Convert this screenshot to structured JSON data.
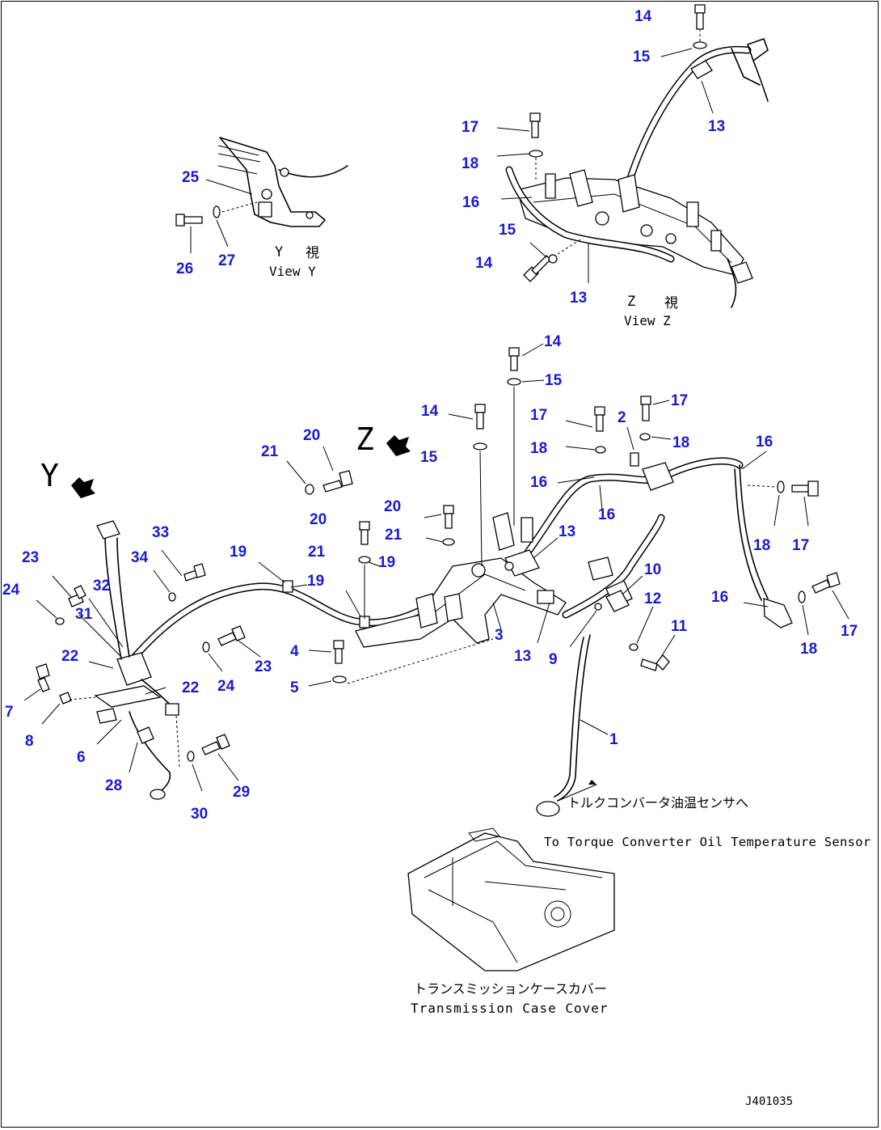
{
  "drawing": {
    "drawing_id": "J401035"
  },
  "views": {
    "view_y": {
      "letter": "Y",
      "jp": "視",
      "en": "View Y"
    },
    "view_z": {
      "letter": "Z",
      "jp": "視",
      "en": "View Z"
    }
  },
  "direction_markers": {
    "y": "Y",
    "z": "Z"
  },
  "annotations": {
    "sensor_jp": "トルクコンバータ油温センサへ",
    "sensor_en": "To Torque Converter Oil Temperature Sensor",
    "case_jp": "トランスミッションケースカバー",
    "case_en": "Transmission Case Cover"
  },
  "callouts": {
    "c14a": "14",
    "c15a": "15",
    "c13a": "13",
    "c17a": "17",
    "c18a": "18",
    "c16a": "16",
    "c15b": "15",
    "c14b": "14",
    "c13b": "13",
    "c25": "25",
    "c26": "26",
    "c27": "27",
    "c14c": "14",
    "c15c": "15",
    "c14d": "14",
    "c15d": "15",
    "c17b": "17",
    "c18b": "18",
    "c2": "2",
    "c17c": "17",
    "c18c": "18",
    "c16b": "16",
    "c16c": "16",
    "c16d": "16",
    "c18d": "18",
    "c17d": "17",
    "c16e": "16",
    "c18e": "18",
    "c17e": "17",
    "c20a": "20",
    "c21a": "21",
    "c20b": "20",
    "c20c": "20",
    "c21b": "21",
    "c21c": "21",
    "c19a": "19",
    "c19b": "19",
    "c19c": "19",
    "c13c": "13",
    "c10": "10",
    "c12": "12",
    "c11": "11",
    "c3": "3",
    "c13d": "13",
    "c9": "9",
    "c4": "4",
    "c5": "5",
    "c1": "1",
    "c33": "33",
    "c34": "34",
    "c23a": "23",
    "c24a": "24",
    "c32": "32",
    "c31": "31",
    "c22a": "22",
    "c22b": "22",
    "c23b": "23",
    "c24b": "24",
    "c7": "7",
    "c8": "8",
    "c6": "6",
    "c28": "28",
    "c30": "30",
    "c29": "29"
  }
}
